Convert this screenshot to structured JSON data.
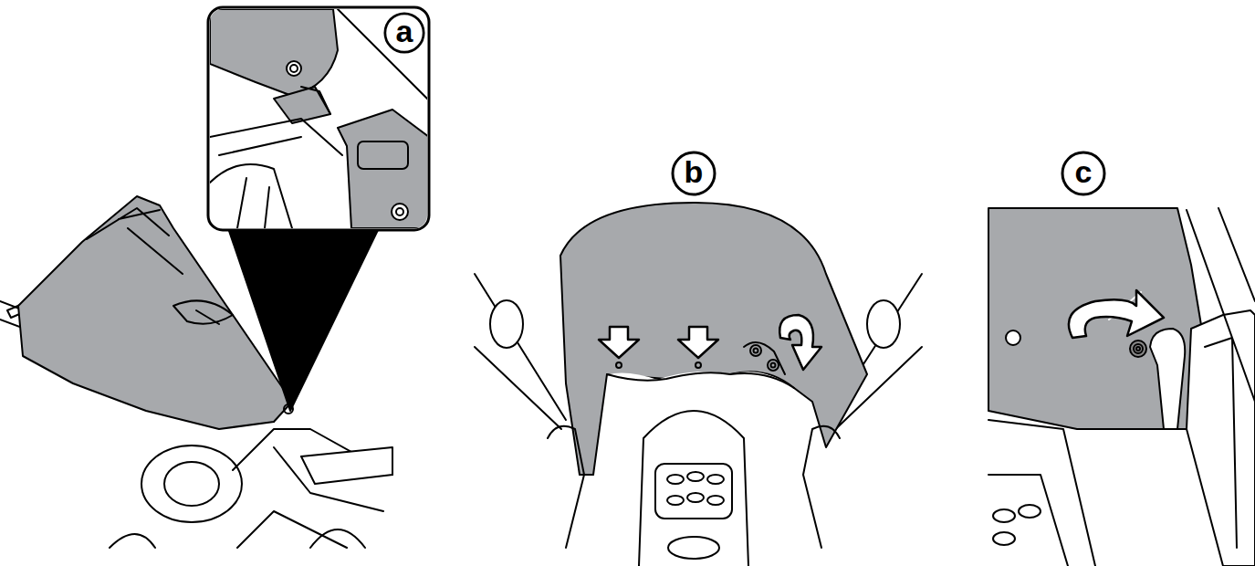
{
  "diagram": {
    "nodes": [
      {
        "text": [
          "a"
        ]
      },
      {
        "text": [
          "b"
        ]
      },
      {
        "text": [
          "c"
        ]
      }
    ]
  }
}
